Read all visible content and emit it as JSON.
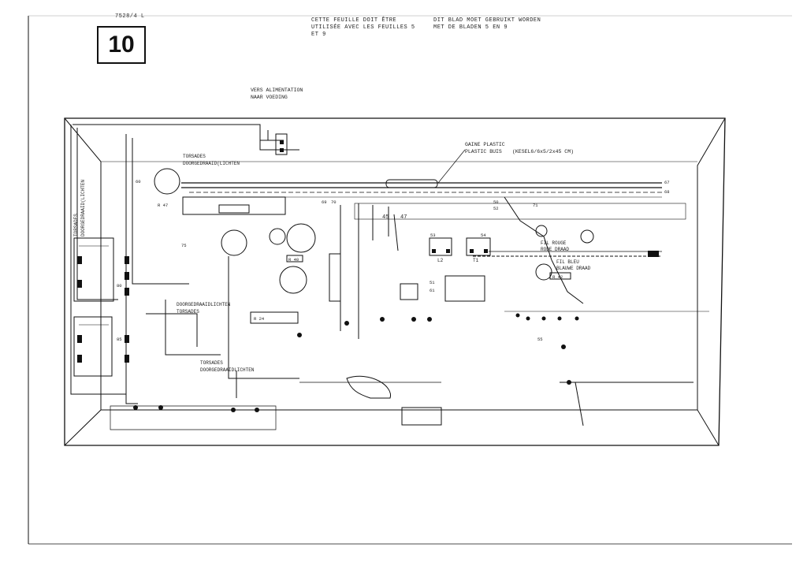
{
  "sheet": {
    "doc_code": "7528/4 L",
    "page_number": "10",
    "header_fr": "CETTE FEUILLE DOIT ÊTRE UTILISÉE AVEC LES FEUILLES 5 ET 9",
    "header_nl": "DIT BLAD MOET GEBRUIKT WORDEN MET DE BLADEN 5 EN 9",
    "note_power": [
      "VERS ALIMENTATION",
      "NAAR VOEDING"
    ],
    "note_sleeve": [
      "GAINE PLASTIC",
      "PLASTIC BUIS"
    ],
    "note_sleeve_spec": "(KESEL6/6x5/2x45 CM)",
    "note_twisted_top": [
      "TORSADES",
      "DOORGEDRAAID(LICHTEN"
    ],
    "note_twisted_left": [
      "TORSADES",
      "DOORGEDRAAID(LICHTEN"
    ],
    "note_twisted_mid": [
      "DOORGEDRAAIDLICHTEN",
      "TORSADES"
    ],
    "note_twisted_bottom": [
      "TORSADES",
      "DOORGEDRAAIDLICHTEN"
    ],
    "note_red_wire": [
      "FIL ROUGE",
      "RODE DRAAD"
    ],
    "note_blue_wire": [
      "FIL BLEU",
      "BLAUWE DRAAD"
    ],
    "component_labels": [
      "L2",
      "T1",
      "R 47",
      "R 40",
      "R 42",
      "R 24",
      "52",
      "53",
      "54",
      "55"
    ],
    "terminal_numbers": [
      "45",
      "47",
      "50",
      "51",
      "60",
      "61",
      "67",
      "68",
      "69",
      "70",
      "71",
      "75",
      "80",
      "85"
    ]
  },
  "colors": {
    "ink": "#111111",
    "paper": "#ffffff"
  }
}
